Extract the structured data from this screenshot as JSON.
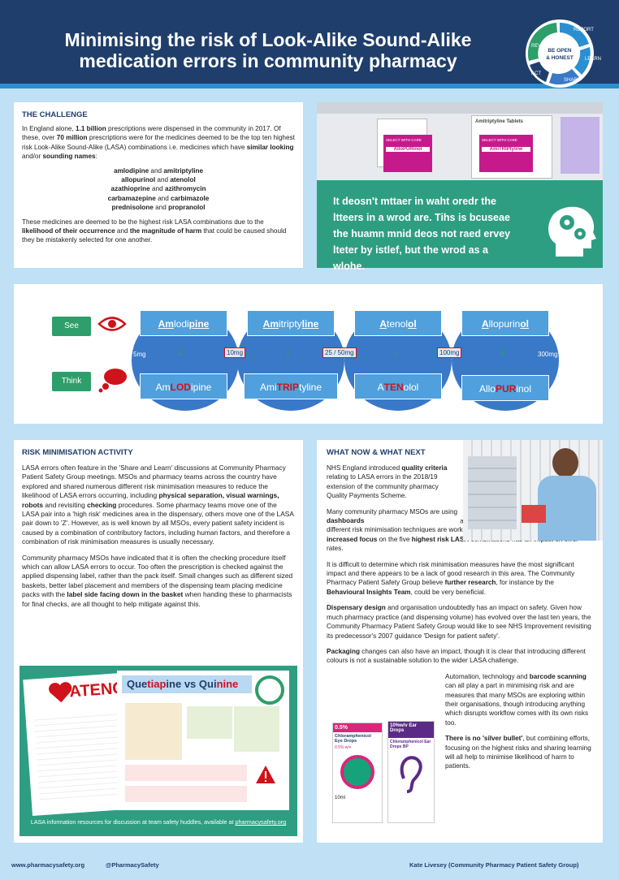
{
  "header": {
    "title_line1": "Minimising the risk of Look-Alike Sound-Alike",
    "title_line2": "medication errors in community pharmacy",
    "badge_center": "BE OPEN & HONEST",
    "badge_ring": [
      "REPORT",
      "LEARN",
      "SHARE",
      "ACT",
      "REVIEW"
    ]
  },
  "challenge": {
    "title": "THE CHALLENGE",
    "p1_a": "In England alone, ",
    "p1_b": "1.1 billion",
    "p1_c": " prescriptions were dispensed in the community in 2017.  Of these, over ",
    "p1_d": "70 million",
    "p1_e": " prescriptions were for the medicines deemed to be the top ten highest risk Look-Alike Sound-Alike (LASA) combinations i.e. medicines which have ",
    "p1_f": "similar looking",
    "p1_g": " and/or ",
    "p1_h": "sounding names",
    "p1_i": ":",
    "pairs": [
      [
        "amlodipine",
        "amitriptyline"
      ],
      [
        "allopurinol",
        "atenolol"
      ],
      [
        "azathioprine",
        "azithromycin"
      ],
      [
        "carbamazepine",
        "carbimazole"
      ],
      [
        "prednisolone",
        "propranolol"
      ]
    ],
    "pair_join": " and ",
    "p2_a": "These medicines are deemed to be the highest risk LASA combinations due to the ",
    "p2_b": "likelihood of their occurrence",
    "p2_c": " and ",
    "p2_d": "the magnitude of harm",
    "p2_e": " that could be caused should they be mistakenly selected for one another."
  },
  "photo_labels": {
    "label1": "SELECT WITH CARE",
    "label1_name": "AlloPURinol",
    "label2": "SELECT WITH CARE",
    "label2_name": "AmiTRIPtyline",
    "box_name": "Amitriptyline Tablets"
  },
  "scramble": {
    "text": "It deosn't mttaer in waht oredr the ltteers in a wrod are. Tihs is bcuseae the huamn mnid deos not raed ervey lteter by istlef, but the wrod as a wlohe."
  },
  "see_think": {
    "see": "See",
    "think": "Think",
    "top": [
      {
        "bold": "Am",
        "mid": "lodi",
        "bold2": "pine"
      },
      {
        "bold": "Am",
        "mid": "itripty",
        "bold2": "line"
      },
      {
        "bold": "A",
        "mid": "tenol",
        "bold2": "ol"
      },
      {
        "bold": "A",
        "mid": "llopurin",
        "bold2": "ol"
      }
    ],
    "bottom": [
      {
        "pre": "Am",
        "hl": "LOD",
        "post": "ipine"
      },
      {
        "pre": "Ami",
        "hl": "TRIP",
        "post": "tyline"
      },
      {
        "pre": "A",
        "hl": "TEN",
        "post": "olol"
      },
      {
        "pre": "Allo",
        "hl": "PUR",
        "post": "inol"
      }
    ],
    "strengths": [
      "5mg",
      "10mg",
      "25 / 50mg",
      "100mg",
      "300mg"
    ]
  },
  "risk": {
    "title": "RISK MINIMISATION ACTIVITY",
    "p1_a": "LASA errors often feature in the 'Share and Learn' discussions at Community Pharmacy Patient Safety Group meetings.  MSOs and pharmacy teams across the country have explored and shared numerous different risk minimisation measures to reduce the likelihood of LASA errors occurring, including ",
    "p1_b": "physical separation, visual warnings, robots",
    "p1_c": " and revisiting ",
    "p1_d": "checking",
    "p1_e": " procedures. Some pharmacy teams move one of the LASA pair into a 'high risk' medicines area in the dispensary, others move one of the LASA pair down to 'Z'.  However, as is well known by all MSOs, every patient safety incident is caused by a combination of contributory factors, including human factors, and therefore a combination of risk minimisation measures is usually necessary.",
    "p2_a": "Community pharmacy MSOs have indicated that it is often the checking procedure itself which can allow LASA errors to occur.  Too often the prescription is checked against the applied dispensing label, rather than the pack itself.  Small changes such as different sized baskets, better label placement and members of the dispensing team placing medicine packs with the ",
    "p2_b": "label side facing down in the basket",
    "p2_c": " when handing these to pharmacists for final checks, are all thought to help mitigate against this.",
    "poster_left_title": "ATENC",
    "poster_right_title_a": "Que",
    "poster_right_title_b": "tiap",
    "poster_right_title_c": "ine vs Qui",
    "poster_right_title_d": "nine",
    "caption_a": "LASA information resources for discussion at team safety huddles, available at ",
    "caption_link": "pharmacysafety.org"
  },
  "next": {
    "title": "WHAT NOW & WHAT NEXT",
    "p1_a": "NHS England introduced ",
    "p1_b": "quality criteria",
    "p1_c": " relating to LASA errors in the 2018/19 extension of the community pharmacy Quality Payments Scheme.",
    "p2_a": "Many community pharmacy MSOs are using ",
    "p2_b": "dashboards",
    "p2_c": " and internal reporting systems to track how different risk minimisation techniques are working and to see whether the current ",
    "p2_d": "increased focus",
    "p2_e": " on the five ",
    "p2_f": "highest risk LASA",
    "p2_g": " combinations has an impact on error rates.",
    "p3_a": "It is difficult to determine which risk minimisation measures have the most significant impact and there appears to be a lack of good research in this area. The Community Pharmacy Patient Safety Group believe ",
    "p3_b": "further research",
    "p3_c": ", for instance by the ",
    "p3_d": "Behavioural Insights Team",
    "p3_e": ", could be very beneficial.",
    "p4_a": "Dispensary design",
    "p4_b": " and organisation undoubtedly has an impact on safety. Given how much pharmacy practice (and dispensing volume) has evolved over the last ten years, the Community Pharmacy Patient Safety Group would like to see NHS Improvement revisiting its predecessor's 2007 guidance 'Design for patient safety'.",
    "p5_a": "Packaging",
    "p5_b": " changes can also have an impact, though it is clear that introducing different colours is not a sustainable solution to the wider LASA challenge.",
    "p6_a": "Automation, technology and ",
    "p6_b": "barcode scanning",
    "p6_c": " can all play a part in minimising risk and are measures that many MSOs are exploring within their organisations, though introducing anything which disrupts workflow comes with its own risks too.",
    "p7_a": "There is no 'silver bullet'",
    "p7_b": ", but combining efforts, focusing on the highest risks and sharing learning will all help to minimise likelihood of harm to patients.",
    "pack1_pct": "0.5%",
    "pack1_name": "Chloramphenicol Eye Drops",
    "pack1_conc": "0.5% w/v",
    "pack1_vol": "10ml",
    "pack2_pct": "10%w/v Ear Drops",
    "pack2_name": "Chloramphenicol Ear Drops BP"
  },
  "footer": {
    "website": "www.pharmacysafety.org",
    "twitter": "@PharmacySafety",
    "author": "Kate Livesey (Community Pharmacy Patient Safety Group)"
  },
  "colors": {
    "navy": "#1f3e6b",
    "teal": "#2e9e83",
    "blue": "#3a78c8",
    "red": "#d0121b"
  }
}
